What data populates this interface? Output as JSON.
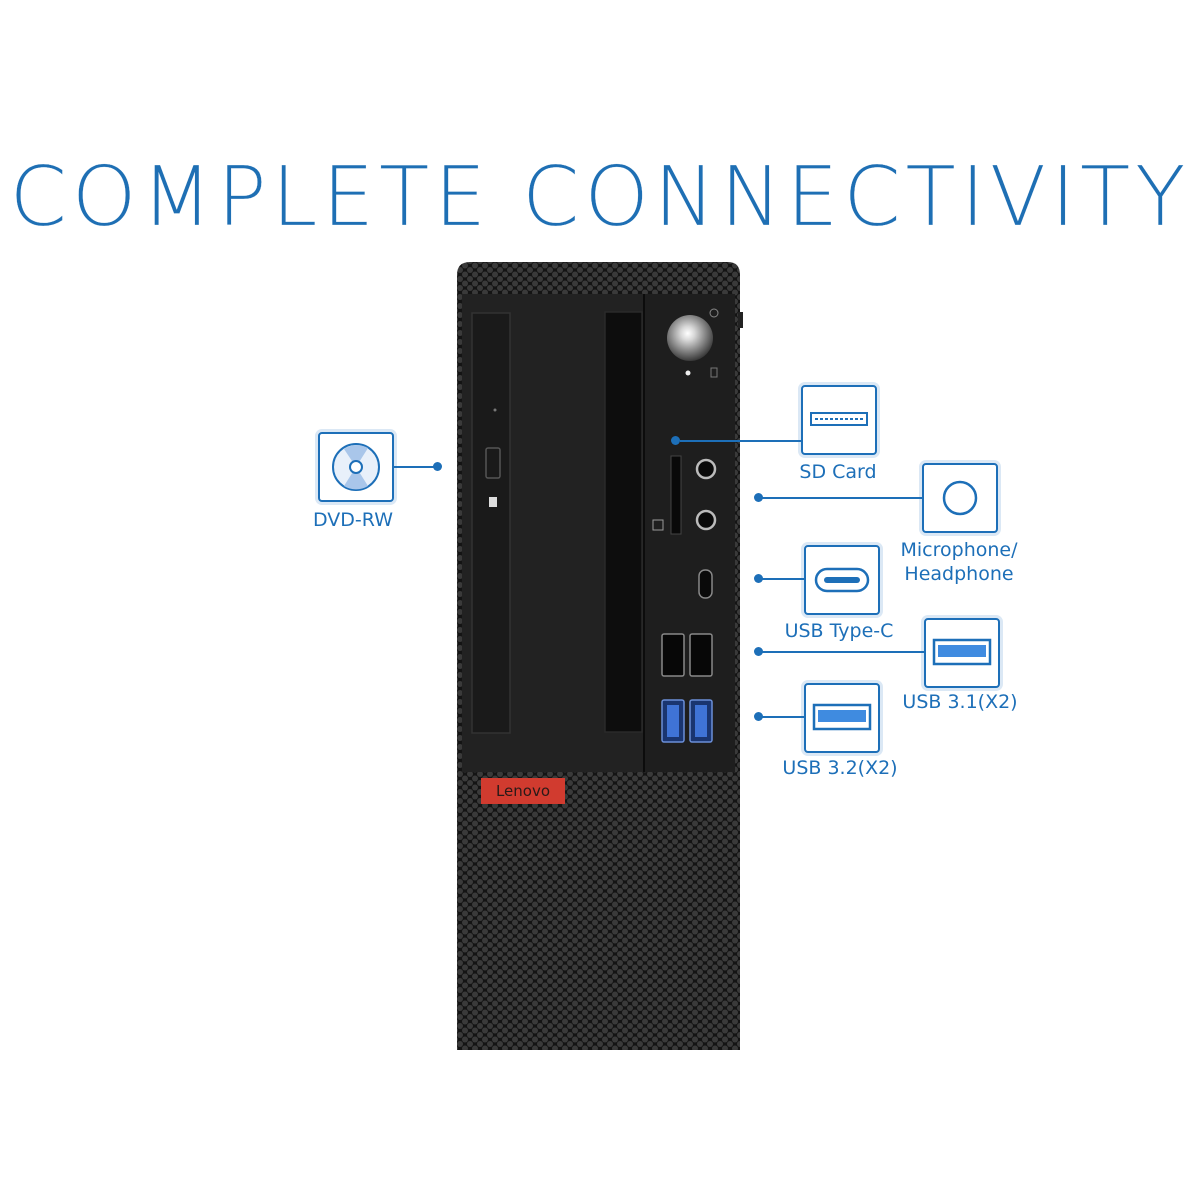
{
  "headline": "COMPLETE CONNECTIVITY",
  "brand": "Lenovo",
  "colors": {
    "accent": "#1d6fb8",
    "case": "#1b1b1b",
    "brand": "#d13b2f",
    "usb3": "#2f7fe0"
  },
  "ports": [
    {
      "id": "dvd",
      "label": "DVD-RW",
      "icon": "disc-icon"
    },
    {
      "id": "sd",
      "label": "SD Card",
      "icon": "sd-card-icon"
    },
    {
      "id": "audio",
      "label_line1": "Microphone/",
      "label_line2": "Headphone",
      "icon": "audio-jack-icon"
    },
    {
      "id": "usbc",
      "label": "USB Type-C",
      "icon": "usb-c-icon"
    },
    {
      "id": "usb31",
      "label": "USB 3.1(X2)",
      "icon": "usb-a-icon"
    },
    {
      "id": "usb32",
      "label": "USB 3.2(X2)",
      "icon": "usb-a-blue-icon"
    }
  ]
}
